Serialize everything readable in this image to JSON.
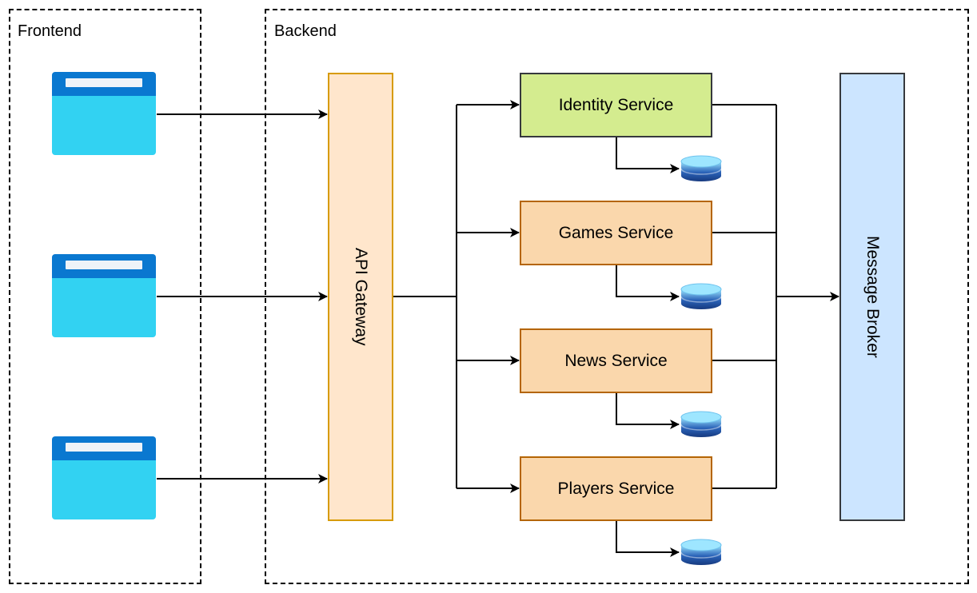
{
  "zones": {
    "frontend": {
      "label": "Frontend"
    },
    "backend": {
      "label": "Backend"
    }
  },
  "clients": [
    {
      "icon": "browser-window-icon"
    },
    {
      "icon": "browser-window-icon"
    },
    {
      "icon": "browser-window-icon"
    }
  ],
  "gateway": {
    "label": "API Gateway"
  },
  "services": [
    {
      "label": "Identity Service",
      "color": "#d4ec8f"
    },
    {
      "label": "Games Service",
      "color": "#fad7ac"
    },
    {
      "label": "News Service",
      "color": "#fad7ac"
    },
    {
      "label": "Players Service",
      "color": "#fad7ac"
    }
  ],
  "databases": [
    {
      "icon": "database-icon"
    },
    {
      "icon": "database-icon"
    },
    {
      "icon": "database-icon"
    },
    {
      "icon": "database-icon"
    }
  ],
  "broker": {
    "label": "Message Broker"
  },
  "colors": {
    "client_header": "#0a78d0",
    "client_body": "#32d2f2",
    "gateway_fill": "#ffe6cc",
    "gateway_border": "#d79b00",
    "identity_border": "#36393d",
    "service_border": "#b46504",
    "broker_fill": "#cce5ff",
    "broker_border": "#36393d",
    "db_top": "#9ee6ff",
    "db_body": "#2a62b8",
    "db_bottom": "#173a80"
  }
}
